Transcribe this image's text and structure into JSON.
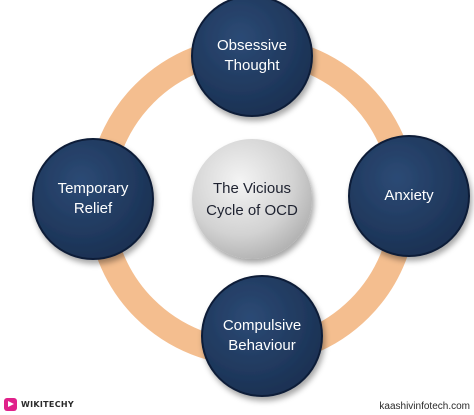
{
  "diagram": {
    "center": {
      "label": "The Vicious\nCycle of OCD"
    },
    "nodes": [
      {
        "id": "obsessive-thought",
        "label": "Obsessive\nThought"
      },
      {
        "id": "anxiety",
        "label": "Anxiety"
      },
      {
        "id": "compulsive-behaviour",
        "label": "Compulsive\nBehaviour"
      },
      {
        "id": "temporary-relief",
        "label": "Temporary\nRelief"
      }
    ]
  },
  "colors": {
    "ring": "#f4be8f",
    "node_fill": "#1f3a60",
    "node_stroke": "#0f1f38",
    "center_fill": "#cfcfcf"
  },
  "footer": {
    "brand": "WIKITECHY",
    "source": "kaashivinfotech.com"
  }
}
